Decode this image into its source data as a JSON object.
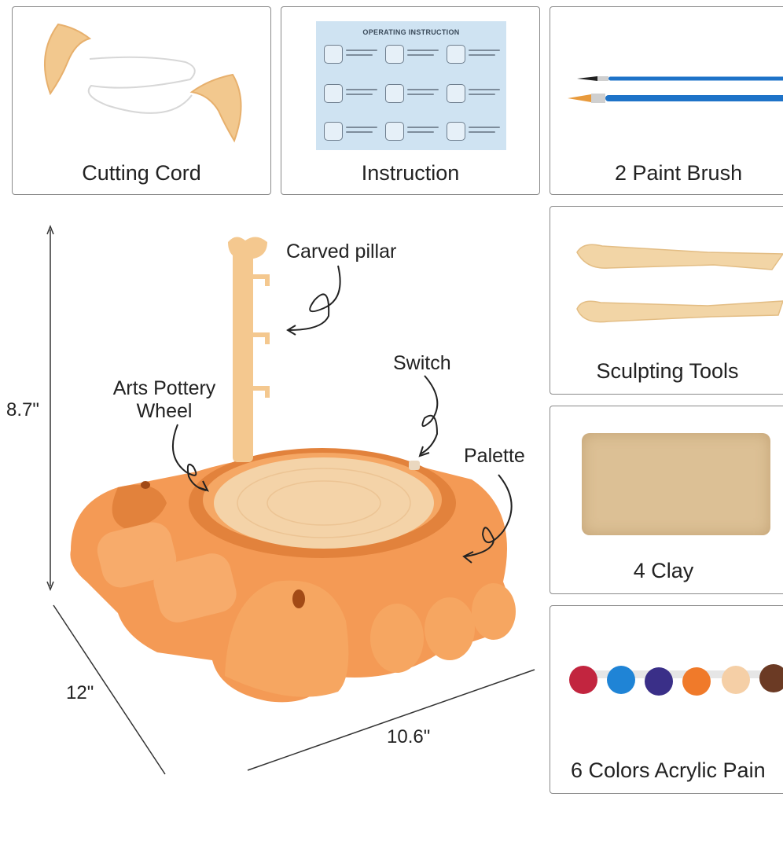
{
  "cards": {
    "cutting_cord": "Cutting Cord",
    "instruction": "Instruction",
    "paint_brush": "2 Paint Brush",
    "sculpting_tools": "Sculpting Tools",
    "clay": "4 Clay",
    "acrylic_paint": "6 Colors Acrylic Pain"
  },
  "instruction_sheet": {
    "title": "OPERATING INSTRUCTION"
  },
  "dimensions": {
    "height": "8.7\"",
    "depth": "12\"",
    "width": "10.6\""
  },
  "callouts": {
    "carved_pillar": "Carved pillar",
    "switch": "Switch",
    "wheel_line1": "Arts Pottery",
    "wheel_line2": "Wheel",
    "palette": "Palette"
  },
  "colors": {
    "wheel_orange": "#f49a55",
    "wheel_orange_dark": "#e2823c",
    "clay_tan": "#f4d3a8",
    "tool_tan": "#f2d5a6",
    "brush_blue": "#1e73c8",
    "paint_pots": [
      "#c2253f",
      "#1f84d6",
      "#3a2f88",
      "#f07a2a",
      "#f5cfa6",
      "#6b3a24"
    ]
  }
}
